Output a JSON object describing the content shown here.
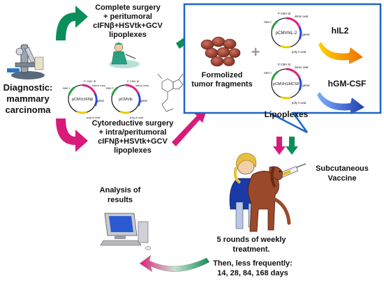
{
  "diagnostic": {
    "line1": "Diagnostic:",
    "line2": "mammary",
    "line3": "carcinoma"
  },
  "surgery_complete": {
    "line1": "Complete surgery",
    "line2": "+ peritumoral",
    "line3": "cIFNβ+HSVtk+GCV",
    "line4": "lipoplexes"
  },
  "surgery_cyto": {
    "line1": "Cytoreductive surgery",
    "line2": "+ intra/peritumoral",
    "line3": "cIFNβ+HSVtk+GCV",
    "line4": "lipoplexes"
  },
  "plasmids_left": [
    {
      "name": "pCMVcIFNβ",
      "promoter": "P CMV IE",
      "intron": "intron ovat",
      "left": "neo r",
      "right": "gene",
      "bottom": "poly A ovat"
    },
    {
      "name": "pCMVtk",
      "promoter": "P CMV IE",
      "intron": "intron ovat",
      "left": "neo r",
      "right": "gene",
      "bottom": "poly A ovat"
    }
  ],
  "formolized": {
    "line1": "Formolized",
    "line2": "tumor fragments"
  },
  "plus_sign": "+",
  "plasmids_right": [
    {
      "name": "pCMVhIL-2",
      "promoter": "P CMV IE",
      "intron": "intron ovat",
      "left": "neo r",
      "right": "gene",
      "bottom": "poly A ovat"
    },
    {
      "name": "pCMVhGMCSF",
      "promoter": "P CMV IE",
      "intron": "intron ovat",
      "left": "neo r",
      "right": "gene",
      "bottom": "poly A ovat"
    }
  ],
  "cytokines": {
    "il2": "hIL2",
    "gmcsf": "hGM-CSF"
  },
  "lipoplexes_label": "Lipoplexes",
  "vaccine": {
    "line1": "Subcutaneous",
    "line2": "Vaccine"
  },
  "analysis": {
    "line1": "Analysis of",
    "line2": "results"
  },
  "treatment": {
    "line1": "5 rounds of weekly",
    "line2": "treatment.",
    "line3": "Then, less frequently:",
    "line4": "14, 28, 84, 168 days"
  },
  "colors": {
    "green_arrow": "#0b8f5a",
    "magenta_arrow": "#d81b7a",
    "panel_border": "#1e64c8",
    "orange_arrow": "#f08a00",
    "blue_arrow": "#1f3fae",
    "cell": "#8a3a2a"
  }
}
